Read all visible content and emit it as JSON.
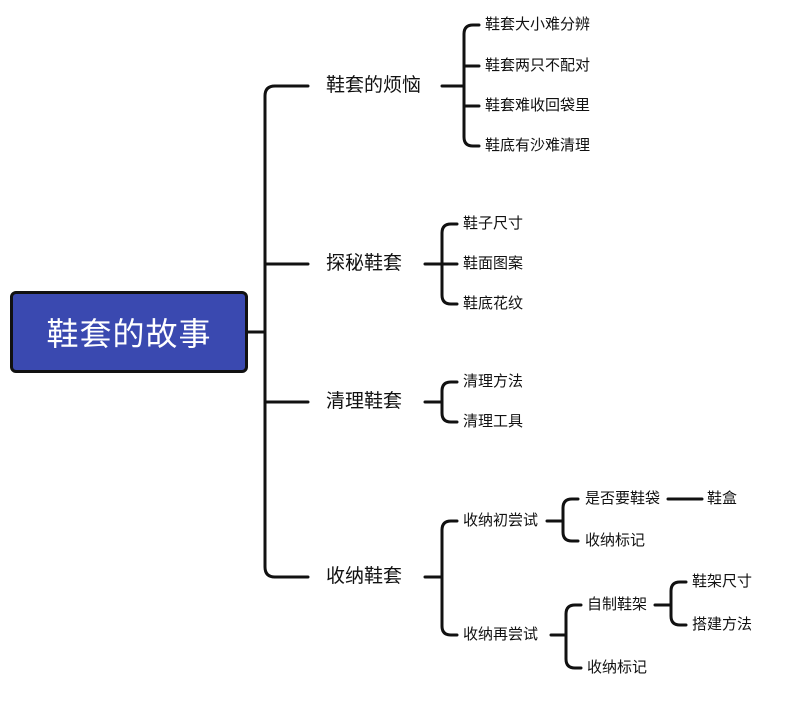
{
  "root": {
    "label": "鞋套的故事"
  },
  "branches": [
    {
      "label": "鞋套的烦恼",
      "children": [
        "鞋套大小难分辨",
        "鞋套两只不配对",
        "鞋套难收回袋里",
        "鞋底有沙难清理"
      ]
    },
    {
      "label": "探秘鞋套",
      "children": [
        "鞋子尺寸",
        "鞋面图案",
        "鞋底花纹"
      ]
    },
    {
      "label": "清理鞋套",
      "children": [
        "清理方法",
        "清理工具"
      ]
    },
    {
      "label": "收纳鞋套",
      "children": [
        {
          "label": "收纳初尝试",
          "children": [
            {
              "label": "是否要鞋袋",
              "children": [
                "鞋盒"
              ]
            },
            {
              "label": "收纳标记"
            }
          ]
        },
        {
          "label": "收纳再尝试",
          "children": [
            {
              "label": "自制鞋架",
              "children": [
                "鞋架尺寸",
                "搭建方法"
              ]
            },
            {
              "label": "收纳标记"
            }
          ]
        }
      ]
    }
  ]
}
